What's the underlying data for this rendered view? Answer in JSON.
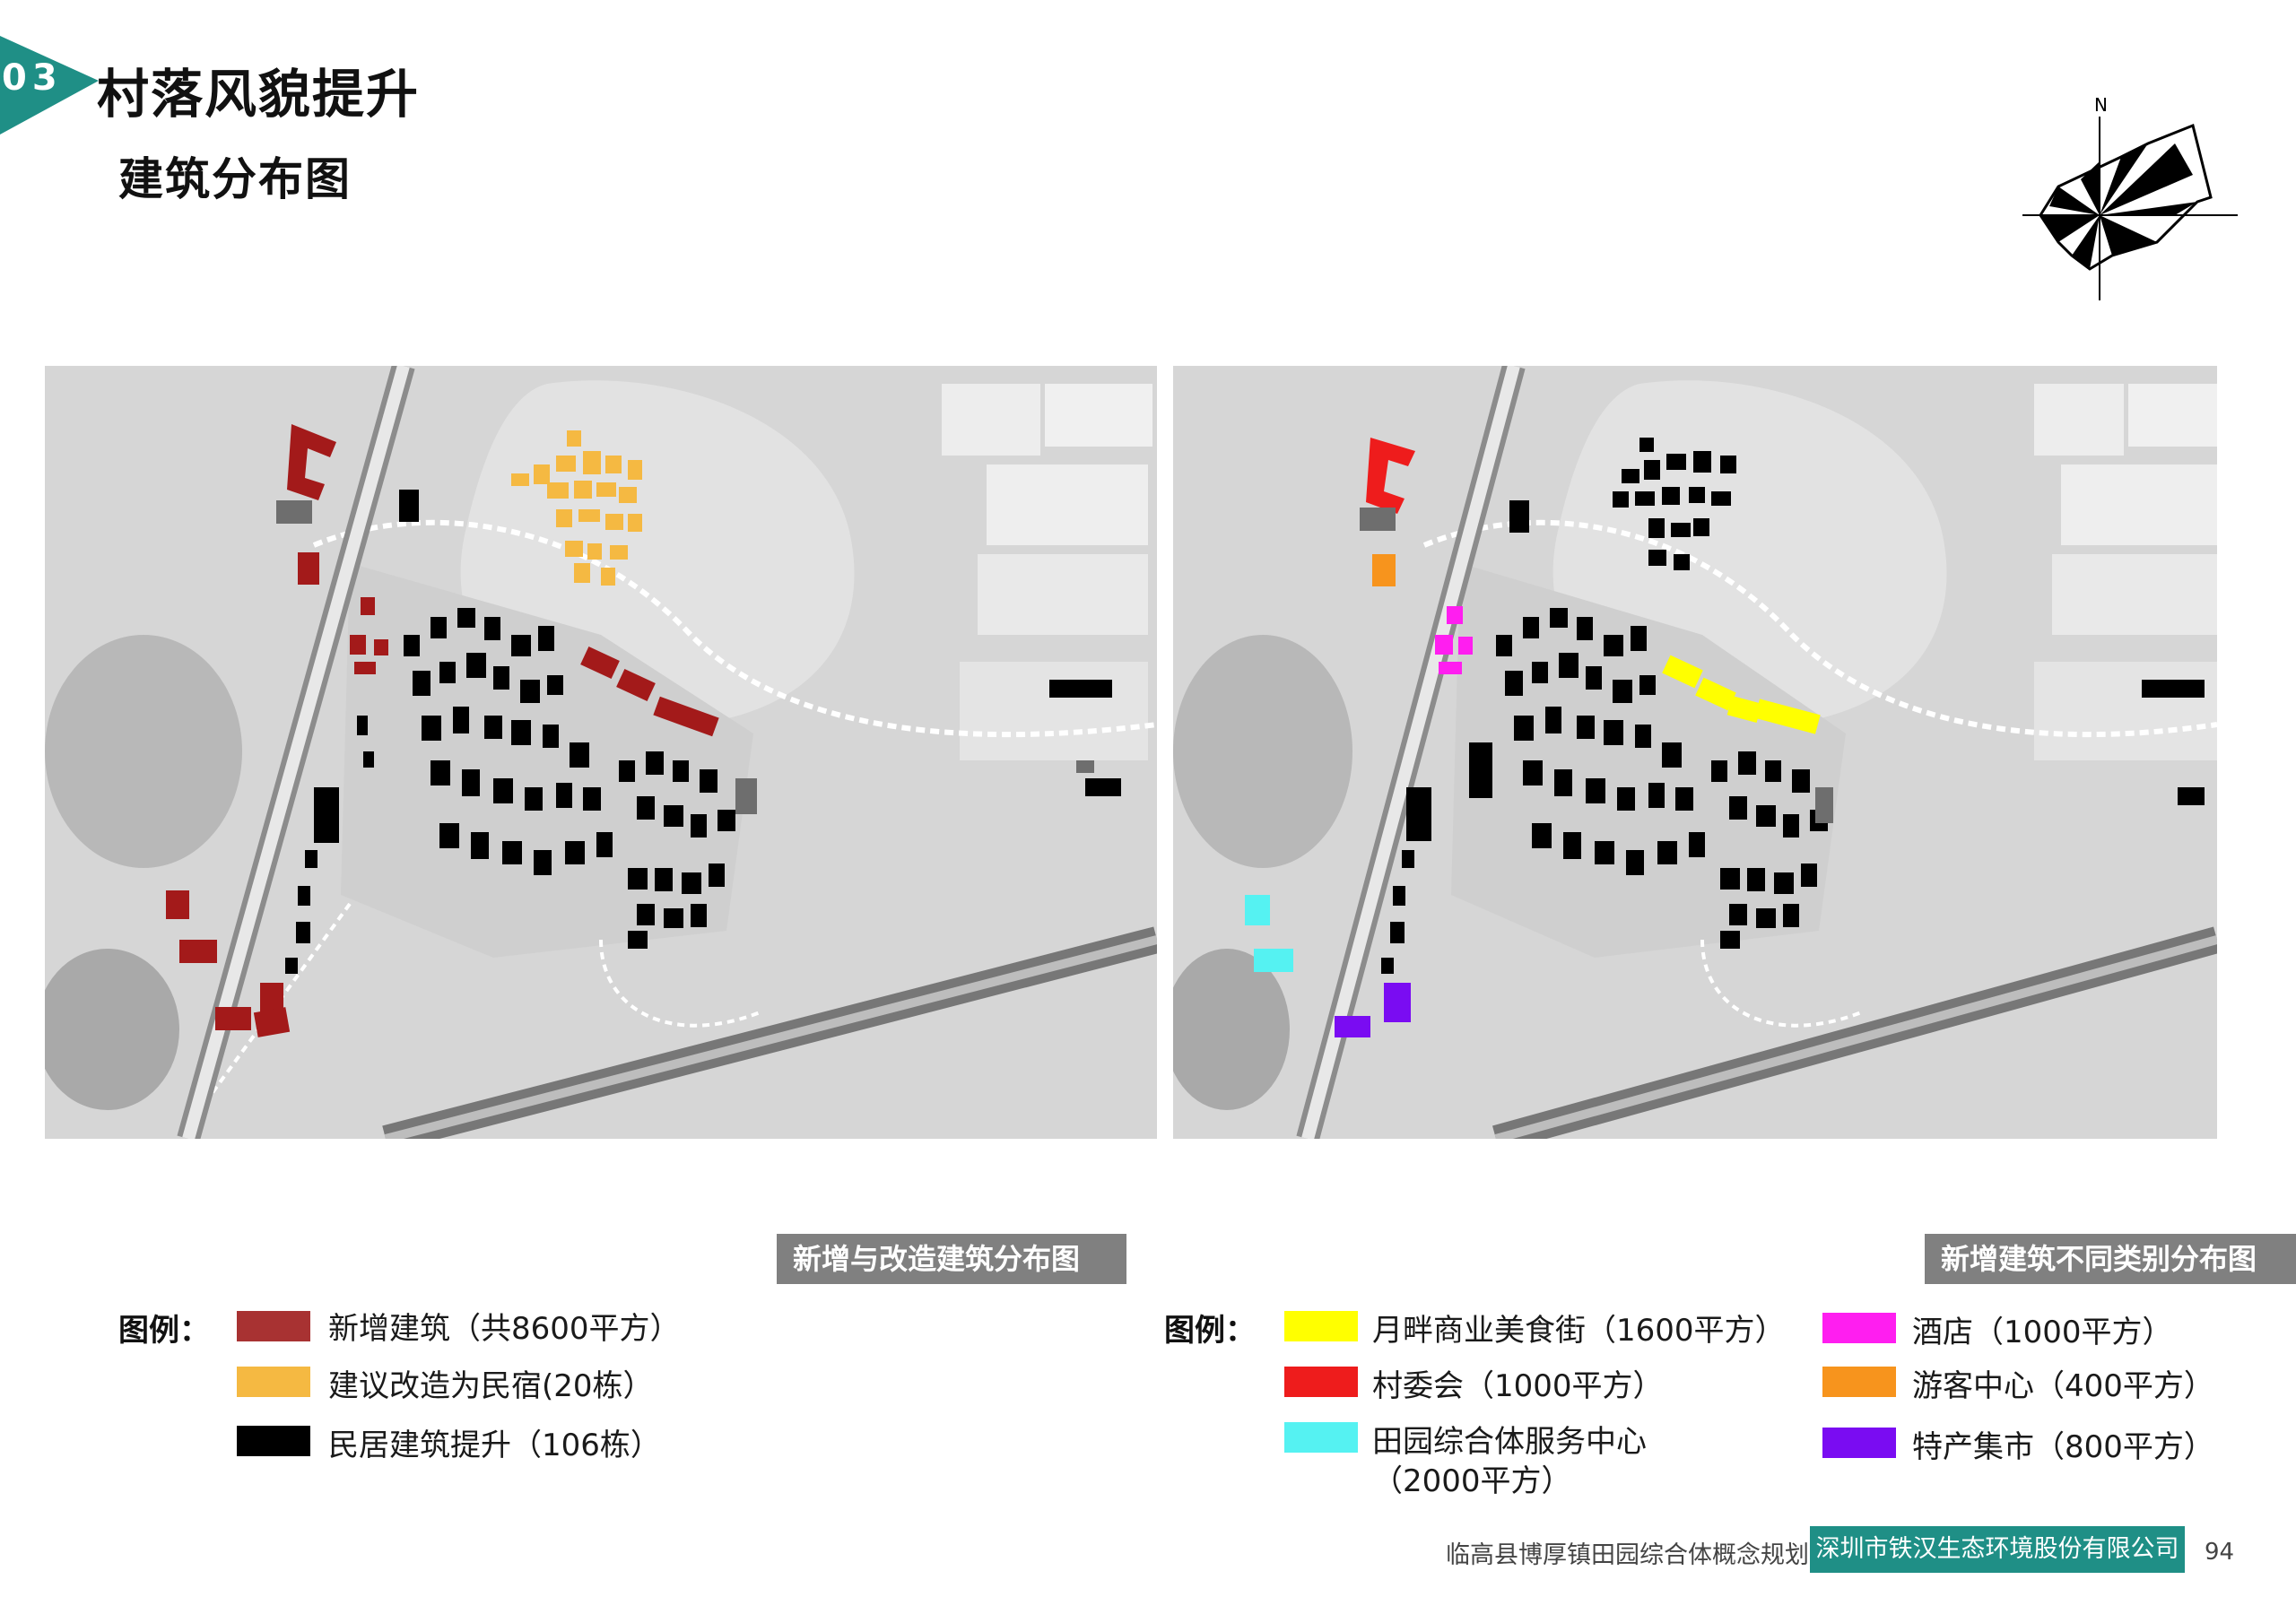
{
  "header": {
    "section_number": "03",
    "title": "村落风貌提升",
    "subtitle": "建筑分布图"
  },
  "compass": {
    "north_label": "N"
  },
  "maps": {
    "left_caption": "新增与改造建筑分布图",
    "right_caption": "新增建筑不同类别分布图"
  },
  "legend_left": {
    "title": "图例：",
    "items": [
      {
        "label": "新增建筑（共8600平方）",
        "color": "#a83232"
      },
      {
        "label": "建议改造为民宿(20栋）",
        "color": "#f5b942"
      },
      {
        "label": "民居建筑提升（106栋）",
        "color": "#000000"
      }
    ]
  },
  "legend_right": {
    "title": "图例：",
    "items": [
      {
        "label": "月畔商业美食街（1600平方）",
        "color": "#ffff00"
      },
      {
        "label": "村委会（1000平方）",
        "color": "#ee1c1c"
      },
      {
        "label": "田园综合体服务中心",
        "label2": "（2000平方）",
        "color": "#55f2f2"
      },
      {
        "label": "酒店（1000平方）",
        "color": "#ff1ef0"
      },
      {
        "label": "游客中心（400平方）",
        "color": "#f7941d"
      },
      {
        "label": "特产集市（800平方）",
        "color": "#7a0cf2"
      }
    ]
  },
  "footer": {
    "project": "临高县博厚镇田园综合体概念规划",
    "company": "深圳市铁汉生态环境股份有限公司",
    "page": "94"
  }
}
